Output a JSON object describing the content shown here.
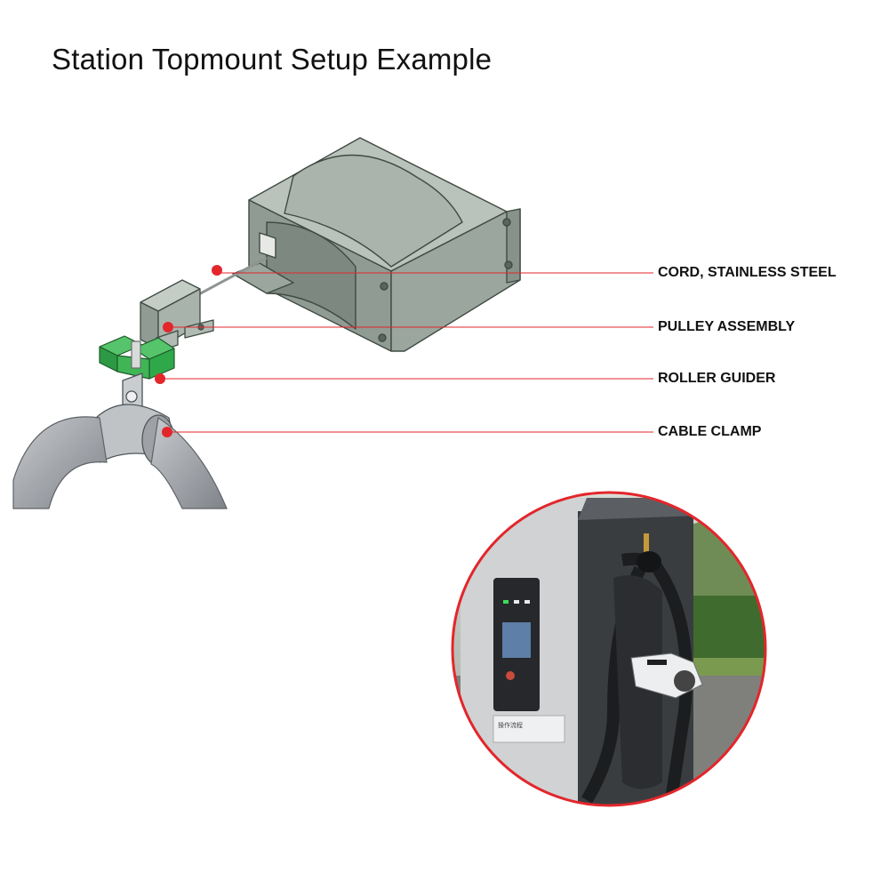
{
  "title": "Station Topmount Setup Example",
  "callouts": [
    {
      "label": "CORD, STAINLESS STEEL"
    },
    {
      "label": "PULLEY ASSEMBLY"
    },
    {
      "label": "ROLLER GUIDER"
    },
    {
      "label": "CABLE CLAMP"
    }
  ],
  "colors": {
    "accent_red": "#e3262b",
    "retractor_body": "#a4b0a7",
    "roller_green": "#2fa84a",
    "cable_grey": "#a9abb0"
  },
  "photo": {
    "panel_text": "操作流程"
  }
}
